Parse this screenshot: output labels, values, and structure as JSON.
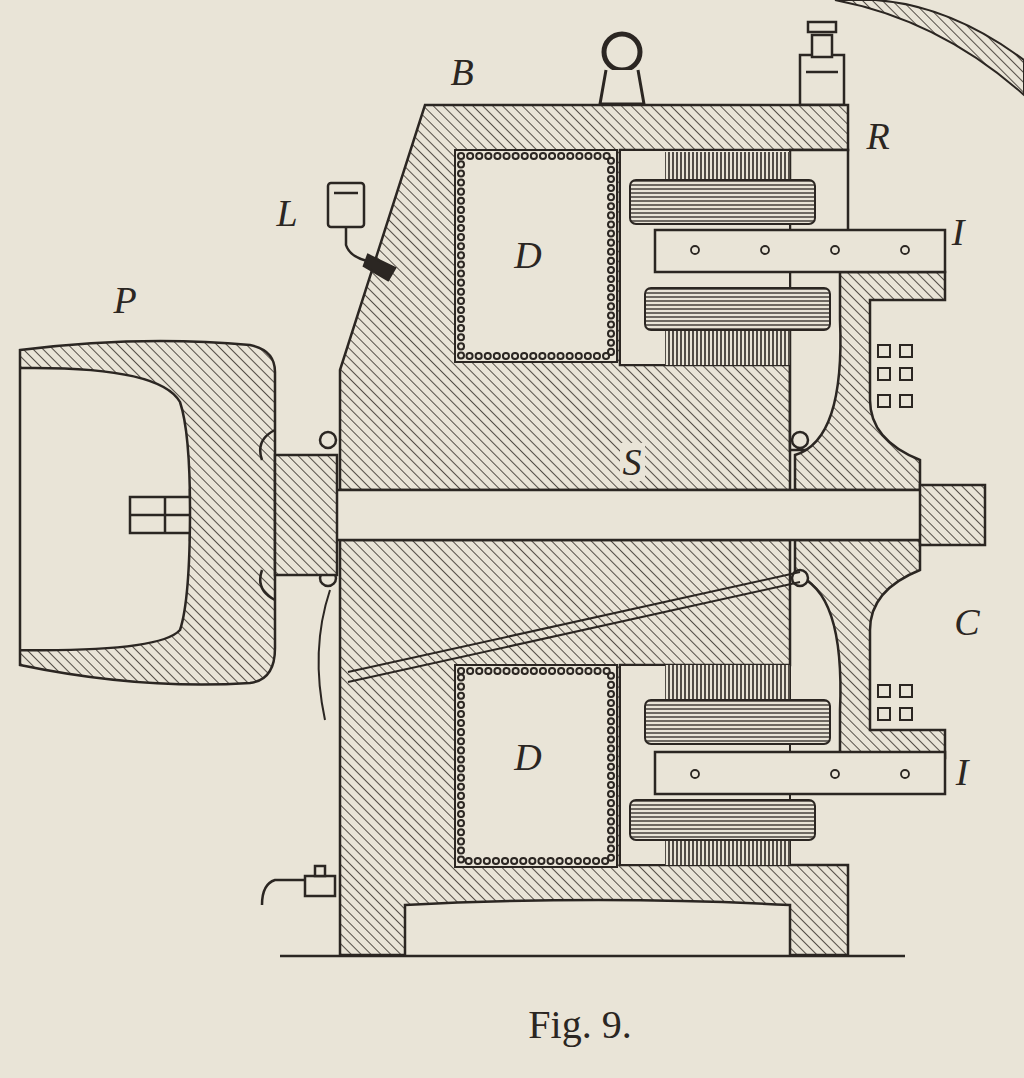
{
  "diagram": {
    "caption": "Fig. 9.",
    "labels": [
      "B",
      "R",
      "L",
      "I",
      "D",
      "P",
      "S",
      "C",
      "D",
      "I"
    ]
  }
}
